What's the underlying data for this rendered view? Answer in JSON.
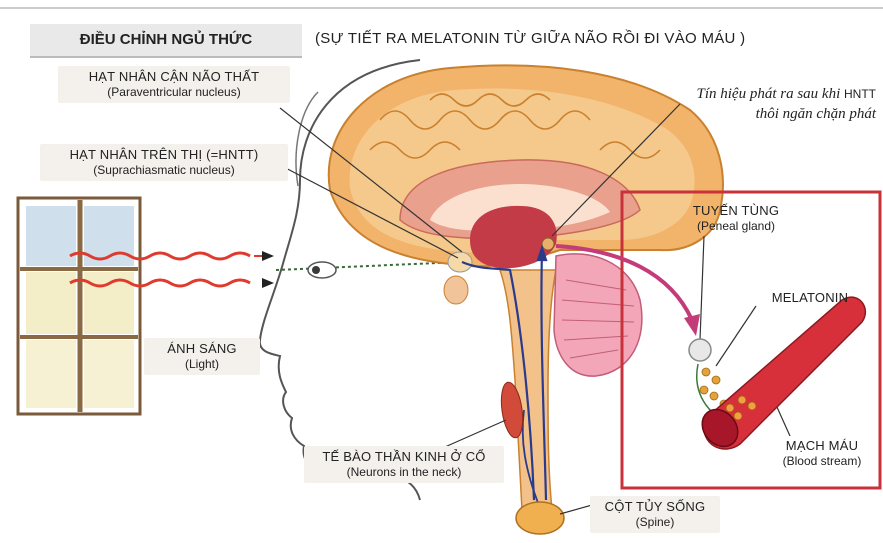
{
  "title": {
    "main": "ĐIỀU CHỈNH NGỦ THỨC",
    "subtitle": "(SỰ TIẾT RA MELATONIN TỪ GIỮA NÃO RỒI ĐI VÀO MÁU )"
  },
  "labels": {
    "paraventricular": {
      "vi": "HẠT NHÂN CẬN NÃO THẤT",
      "en": "(Paraventricular nucleus)"
    },
    "suprachiasmatic": {
      "vi": "HẠT NHÂN TRÊN THỊ  (=HNTT)",
      "en": "(Suprachiasmatic nucleus)"
    },
    "light": {
      "vi": "ÁNH SÁNG",
      "en": "(Light)"
    },
    "pineal": {
      "vi": "TUYẾN TÙNG",
      "en": "(Peneal gland)"
    },
    "melatonin": {
      "vi": "MELATONIN"
    },
    "neck_neurons": {
      "vi": "TẾ BÀO THẦN KINH Ở CỔ",
      "en": "(Neurons in the neck)"
    },
    "spine": {
      "vi": "CỘT TỦY SỐNG",
      "en": "(Spine)"
    },
    "blood": {
      "vi": "MẠCH MÁU",
      "en": "(Blood stream)"
    },
    "signal": {
      "line1": "Tín hiệu phát ra sau khi",
      "line1_tag": "HNTT",
      "line2": "thôi ngăn chặn phát"
    }
  },
  "colors": {
    "frame": "#c8323a",
    "brain_outer": "#e8a45a",
    "brain_inner": "#f3c9a2",
    "wave": "#e03a2c",
    "pathway": "#2a3a8c",
    "vessel": "#c0202a"
  }
}
